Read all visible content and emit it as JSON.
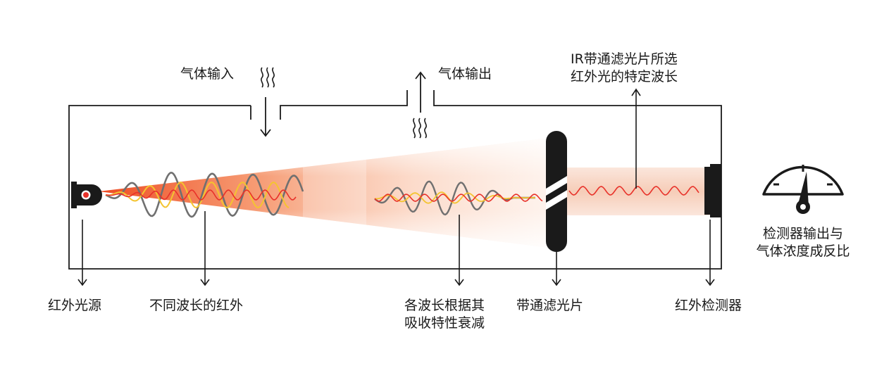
{
  "labels": {
    "gas_in": "气体输入",
    "gas_out": "气体输出",
    "ir_filter_line1": "IR带通滤光片所选",
    "ir_filter_line2": "红外光的特定波长",
    "detector_output_line1": "检测器输出与",
    "detector_output_line2": "气体浓度成反比",
    "ir_source": "红外光源",
    "different_wavelengths": "不同波长的红外",
    "absorption_line1": "各波长根据其",
    "absorption_line2": "吸收特性衰减",
    "bandpass_filter": "带通滤光片",
    "ir_detector": "红外检测器"
  },
  "colors": {
    "line": "#1a1a1a",
    "beam": "#f26b3a",
    "wave_red": "#e8322a",
    "wave_yellow": "#f4c430",
    "wave_gray": "#707070",
    "tube_fill": "#f9d9c9"
  },
  "icons": [
    "gas-swirl-icon",
    "gauge-icon",
    "ir-source-icon",
    "detector-icon",
    "filter-icon"
  ]
}
